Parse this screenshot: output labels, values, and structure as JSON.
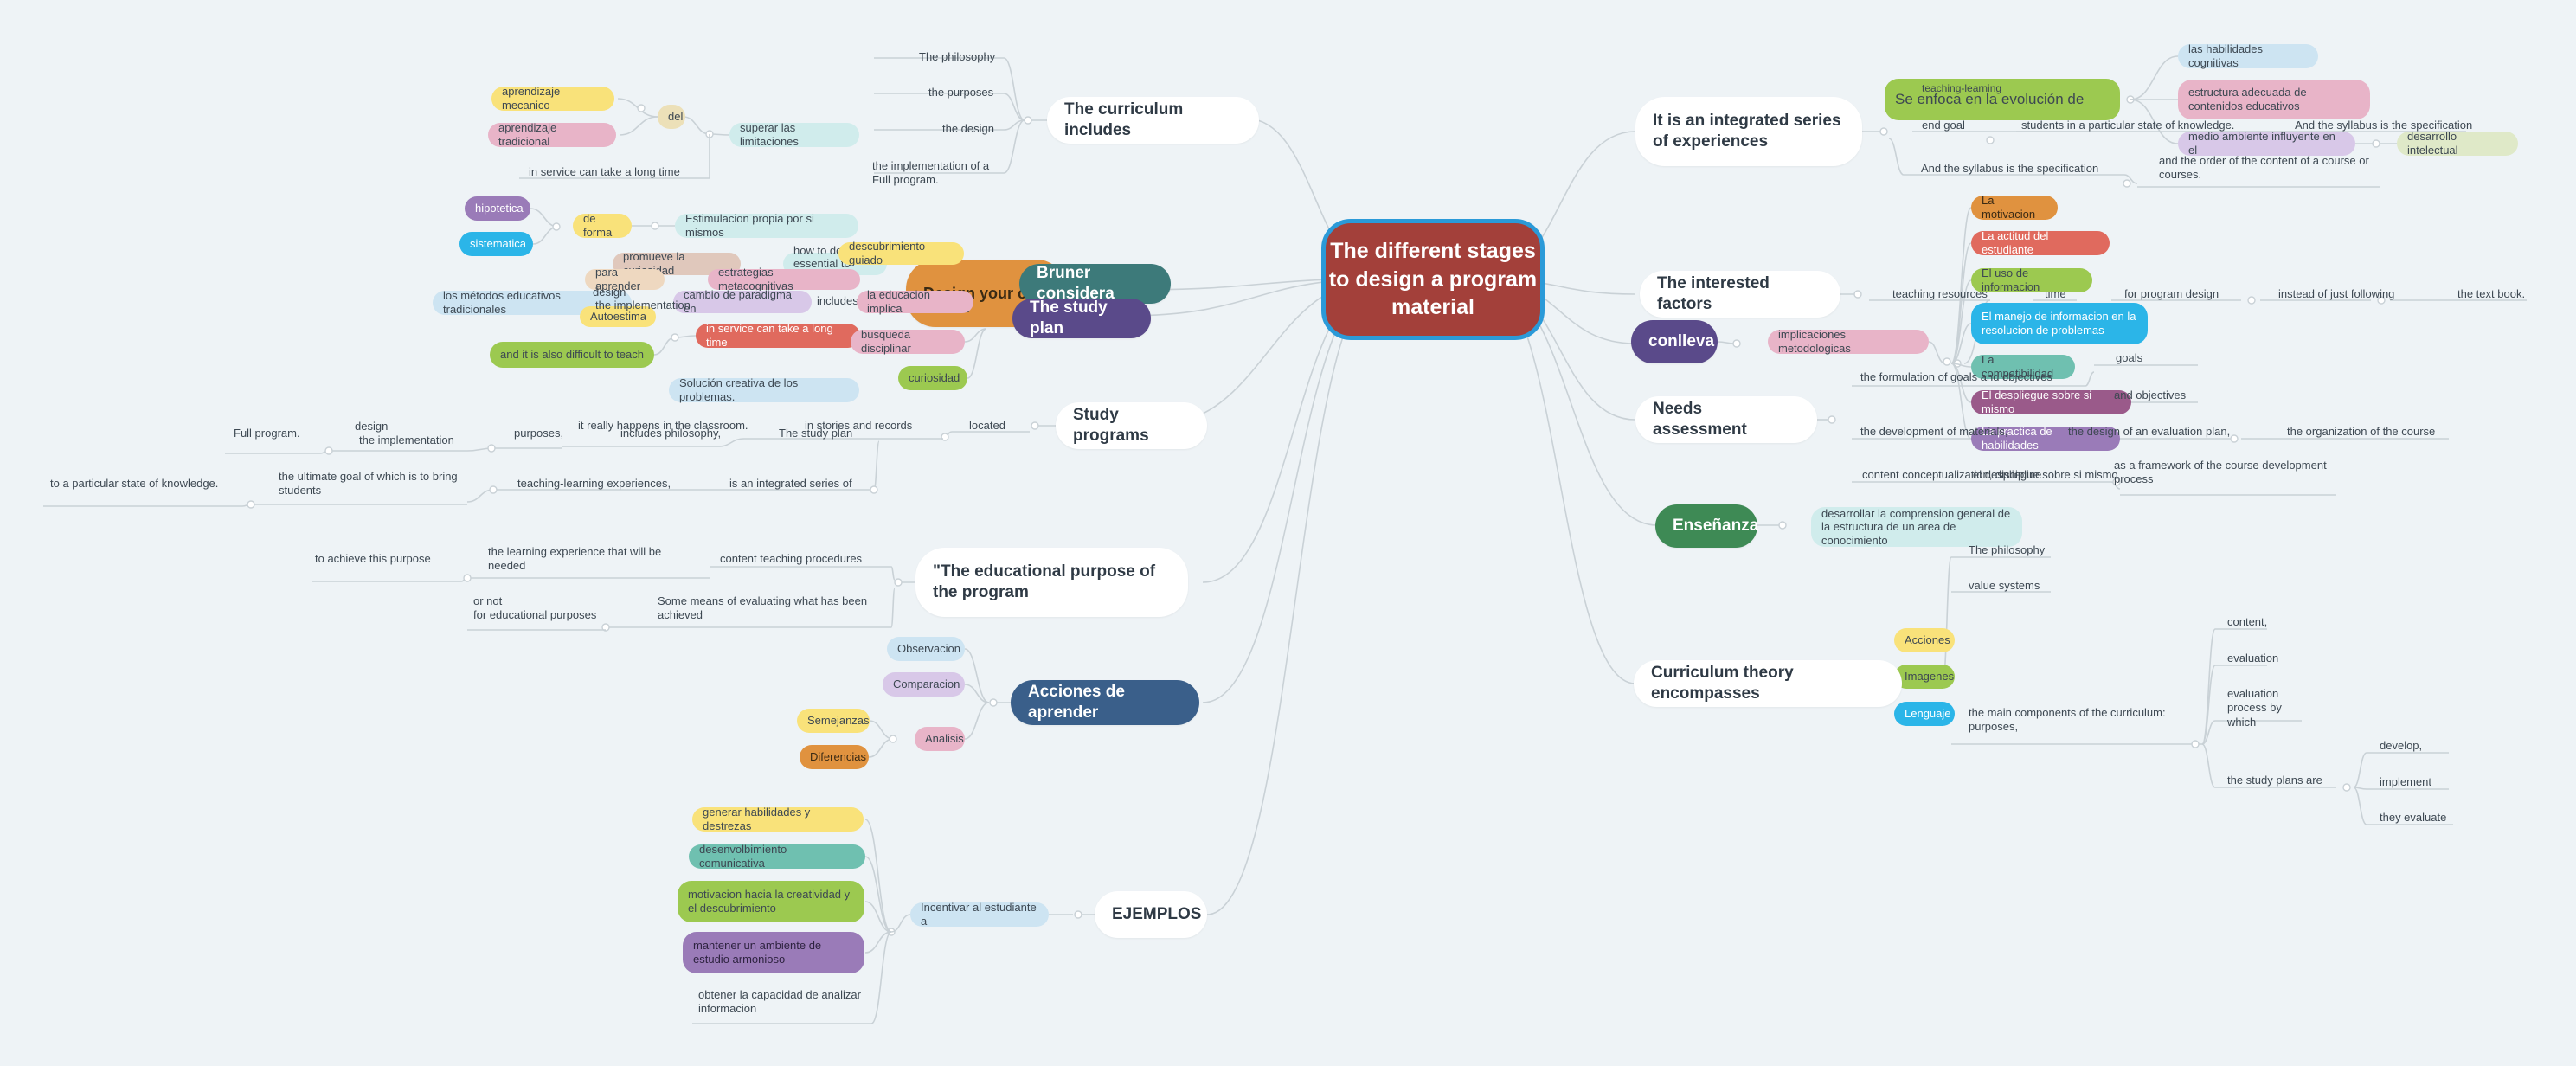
{
  "colors": {
    "background": "#eef3f6",
    "central_fill": "#a3403a",
    "central_border": "#2b9ad8",
    "link": "#c9d1d6"
  },
  "central": {
    "title": "The different stages to design a program material"
  },
  "left": {
    "curriculum_includes": {
      "title": "The curriculum includes",
      "items": [
        "The philosophy",
        "the purposes",
        "the design",
        "the implementation of a Full program."
      ]
    },
    "overlap": {
      "design_your": "Design your c",
      "r_char": "r",
      "bruner": "Bruner considera",
      "study_plan": "The study plan",
      "superar": "superar las limitaciones",
      "aprendizaje_mecanico": "aprendizaje mecanico",
      "aprendizaje_tradicional": "aprendizaje tradicional",
      "del": "del",
      "in_service_1": "in service can take a long time",
      "hipotetica": "hipotetica",
      "sistematica": "sistematica",
      "de_forma": "de forma",
      "estimulacion": "Estimulacion propia por si mismos",
      "promueve": "promueve la curiosidad",
      "para_aprender": "para aprender",
      "design_a": "design",
      "the_implementation_a": "the implementation",
      "autoestima": "Autoestima",
      "estrategias": "estrategias metacognitivas",
      "how_to_do": "how to do it is essential to design",
      "descubrimiento": "descubrimiento guiado",
      "metodos": "los métodos educativos tradicionales",
      "cambio": "cambio de paradigma en",
      "includes_philosophy_a": "includes philosophy",
      "la_educacion": "la educacion implica",
      "and_difficult": "and it is also difficult to teach",
      "in_service_2": "in service can take a long time",
      "busqueda": "busqueda disciplinar",
      "curiosidad": "curiosidad",
      "solucion": "Solución creativa de los problemas."
    },
    "study_programs": {
      "title": "Study programs",
      "located": "located",
      "in_stories": "in stories and records",
      "it_really": "it really happens in the classroom.",
      "the_study_plan": "The study plan",
      "includes_philosophy": "includes philosophy,",
      "purposes": "purposes,",
      "design": "design",
      "the_implementation": "the implementation",
      "full_program": "Full program.",
      "integrated": "is an integrated series of",
      "teaching_learning": "teaching-learning experiences,",
      "ultimate_goal": "the ultimate goal of which is to bring students",
      "particular_state": "to a particular state of knowledge."
    },
    "educational_purpose": {
      "title": "\"The educational purpose of the program",
      "content_teaching": "content teaching procedures",
      "learning_experience": "the learning experience that will be needed",
      "to_achieve": "to achieve this purpose",
      "some_means": "Some means of evaluating what has been achieved",
      "or_not": "or not\n for educational purposes"
    },
    "acciones_aprender": {
      "title": "Acciones de aprender",
      "observacion": "Observacion",
      "comparacion": "Comparacion",
      "analisis": "Analisis",
      "semejanzas": "Semejanzas",
      "diferencias": "Diferencias"
    },
    "ejemplos": {
      "title": "EJEMPLOS",
      "incentivar": "Incentivar al estudiante a",
      "items": [
        "generar habilidades y destrezas",
        "desenvolbimiento comunicativa",
        "motivacion hacia la creatividad y el descubrimiento",
        "mantener un ambiente de estudio armonioso",
        "obtener la capacidad de analizar informacion"
      ]
    }
  },
  "right": {
    "integrated_series": {
      "title": "It is an integrated series of experiences",
      "se_enfoca": "Se enfoca en la evolución de",
      "teaching_learning": "teaching-learning",
      "end_goal": "end goal",
      "students_particular": "students in a particular state of knowledge.",
      "and_the_syllabus_1": "And the syllabus is the specification",
      "and_the_syllabus_2": "And the syllabus is the specification",
      "order_content": "and the order of the content of a course or courses.",
      "habilidades": "las habilidades cognitivas",
      "estructura": "estructura adecuada de contenidos educativos",
      "medio_ambiente": "medio ambiente influyente en el",
      "desarrollo": "desarrollo intelectual"
    },
    "interested_factors": {
      "title": "The interested factors",
      "teaching_resources": "teaching resources",
      "time": "time",
      "for_program_design": "for program design",
      "instead": "instead of just following",
      "text_book": "the text book.",
      "motivacion": "La  motivacion",
      "actitud": "La actitud del estudiante",
      "uso": "El uso de informacion",
      "manejo": "El manejo de informacion en la resolucion de problemas"
    },
    "conlleva": {
      "title": "conlleva",
      "implicaciones": "implicaciones metodologicas",
      "compatibilidad": "La compatibilidad",
      "despliegue": "El despliegue sobre si mismo",
      "practica": "La practica de habilidades"
    },
    "needs_assessment": {
      "title": "Needs assessment",
      "formulation": "the formulation of goals and objectives",
      "goals": "goals",
      "and_objectives": "and objectives",
      "development": "the development of materials,",
      "design_evaluation": "the design of an evaluation plan,",
      "organization": "the organization of the course",
      "content_conceptualization": "content conceptualization, discipline",
      "el_despliegue_b": "el despliegue sobre si mismo",
      "framework": "as a framework of the course development process"
    },
    "ensenanza": {
      "title": "Enseñanza",
      "desarrollar": "desarrollar la comprension general de la estructura de un area de conocimiento"
    },
    "curriculum_theory": {
      "title": "Curriculum theory encompasses",
      "philosophy": "The philosophy",
      "value_systems": "value systems",
      "acciones": "Acciones",
      "imagenes": "Imagenes",
      "lenguaje": "Lenguaje",
      "main_components": "the main components of the curriculum: purposes,",
      "content": "content,",
      "evaluation": "evaluation",
      "evaluation_process": "evaluation process by which",
      "study_plans": "the study plans are",
      "develop": "develop,",
      "implement": "implement",
      "they_evaluate": "they evaluate"
    }
  }
}
